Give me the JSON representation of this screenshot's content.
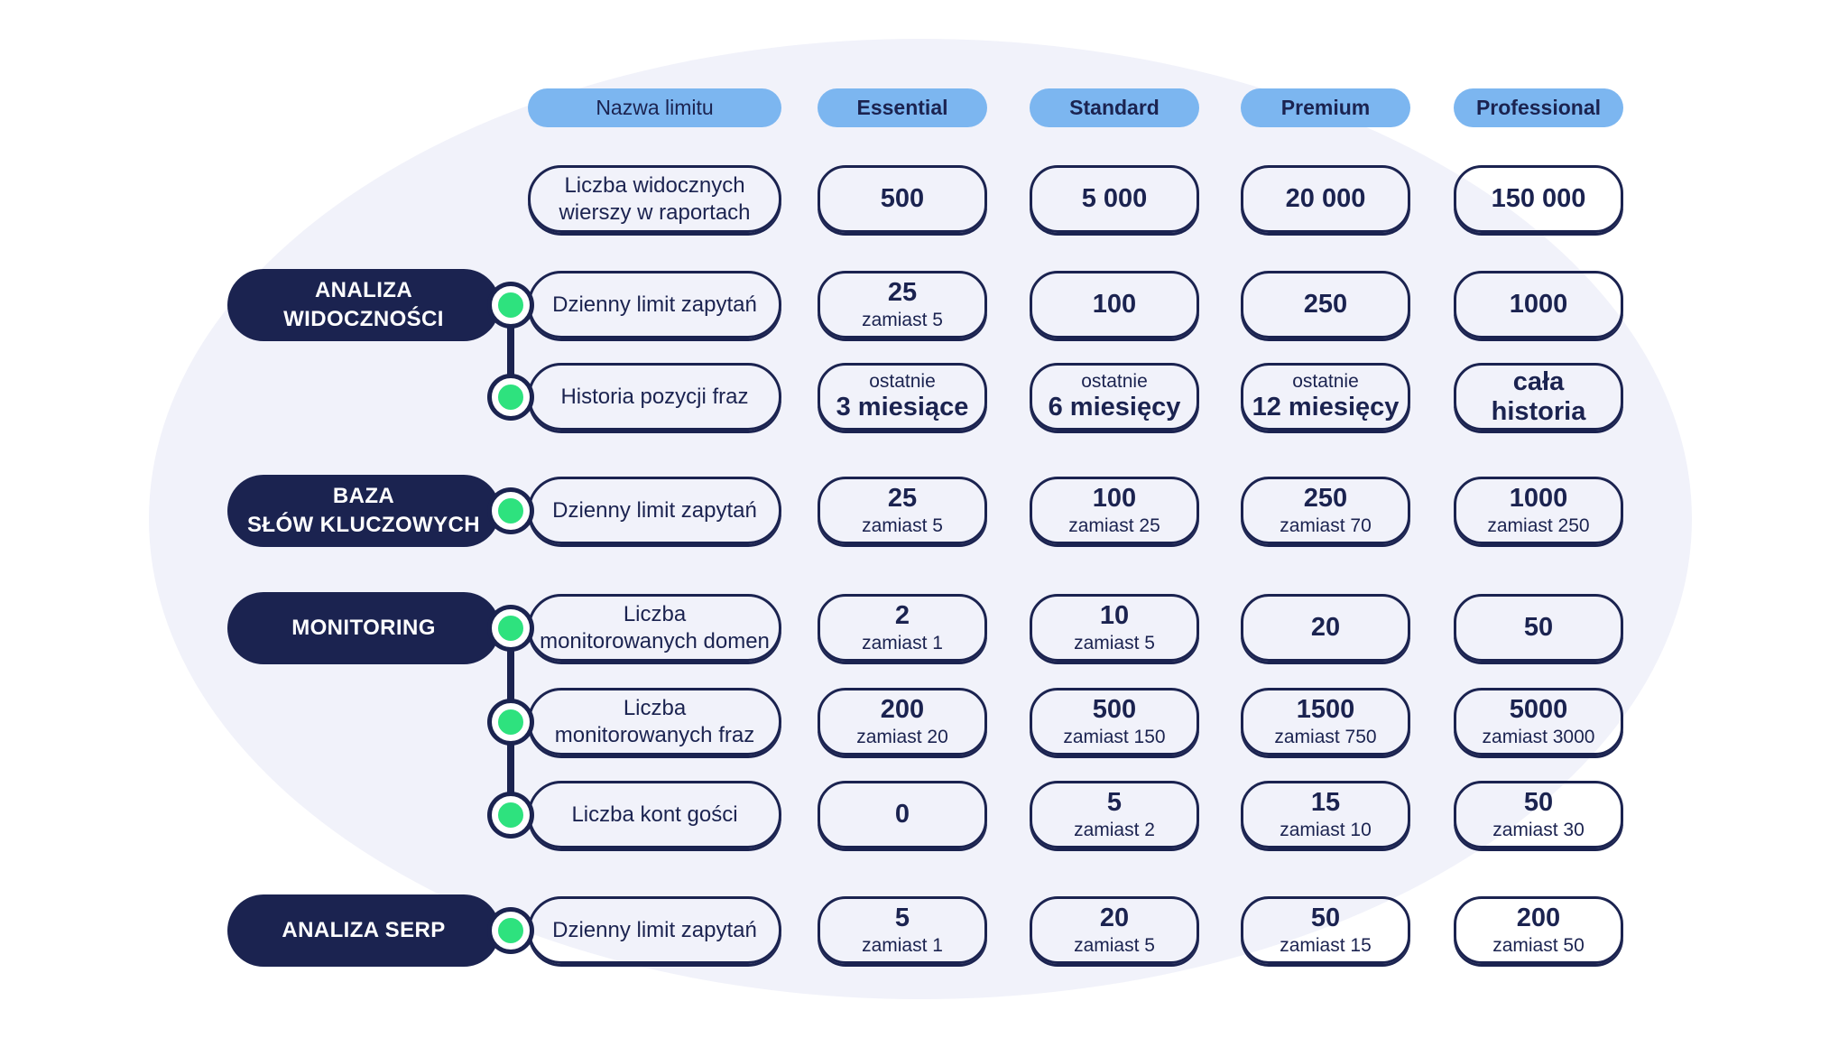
{
  "theme": {
    "navy": "#1b2350",
    "blue": "#7cb6f0",
    "green": "#2ee27e",
    "blob": "#f1f2fa",
    "page": "#ffffff"
  },
  "header": {
    "limit_name": "Nazwa limitu",
    "plans": [
      "Essential",
      "Standard",
      "Premium",
      "Professional"
    ]
  },
  "sections": [
    {
      "lines": [
        "ANALIZA",
        "WIDOCZNOŚCI"
      ],
      "row_indexes": [
        1,
        2
      ]
    },
    {
      "lines": [
        "BAZA",
        "SŁÓW KLUCZOWYCH"
      ],
      "row_indexes": [
        3
      ]
    },
    {
      "lines": [
        "MONITORING"
      ],
      "row_indexes": [
        4,
        5,
        6
      ]
    },
    {
      "lines": [
        "ANALIZA SERP"
      ],
      "row_indexes": [
        7
      ]
    }
  ],
  "rows": [
    {
      "label": [
        "Liczba widocznych",
        "wierszy w raportach"
      ],
      "cells": [
        {
          "main": "500"
        },
        {
          "main": "5 000"
        },
        {
          "main": "20 000"
        },
        {
          "main": "150 000"
        }
      ]
    },
    {
      "label": [
        "Dzienny limit zapytań"
      ],
      "cells": [
        {
          "main": "25",
          "sub": "zamiast 5"
        },
        {
          "main": "100"
        },
        {
          "main": "250"
        },
        {
          "main": "1000"
        }
      ]
    },
    {
      "label": [
        "Historia pozycji fraz"
      ],
      "cells": [
        {
          "pre": "ostatnie",
          "main": "3 miesiące"
        },
        {
          "pre": "ostatnie",
          "main": "6 miesięcy"
        },
        {
          "pre": "ostatnie",
          "main": "12 miesięcy"
        },
        {
          "main": "cała",
          "main2": "historia"
        }
      ]
    },
    {
      "label": [
        "Dzienny limit zapytań"
      ],
      "cells": [
        {
          "main": "25",
          "sub": "zamiast 5"
        },
        {
          "main": "100",
          "sub": "zamiast 25"
        },
        {
          "main": "250",
          "sub": "zamiast 70"
        },
        {
          "main": "1000",
          "sub": "zamiast 250"
        }
      ]
    },
    {
      "label": [
        "Liczba",
        "monitorowanych domen"
      ],
      "cells": [
        {
          "main": "2",
          "sub": "zamiast 1"
        },
        {
          "main": "10",
          "sub": "zamiast 5"
        },
        {
          "main": "20"
        },
        {
          "main": "50"
        }
      ]
    },
    {
      "label": [
        "Liczba",
        "monitorowanych fraz"
      ],
      "cells": [
        {
          "main": "200",
          "sub": "zamiast 20"
        },
        {
          "main": "500",
          "sub": "zamiast 150"
        },
        {
          "main": "1500",
          "sub": "zamiast 750"
        },
        {
          "main": "5000",
          "sub": "zamiast 3000"
        }
      ]
    },
    {
      "label": [
        "Liczba kont gości"
      ],
      "cells": [
        {
          "main": "0"
        },
        {
          "main": "5",
          "sub": "zamiast 2"
        },
        {
          "main": "15",
          "sub": "zamiast 10"
        },
        {
          "main": "50",
          "sub": "zamiast 30"
        }
      ]
    },
    {
      "label": [
        "Dzienny limit zapytań"
      ],
      "cells": [
        {
          "main": "5",
          "sub": "zamiast 1"
        },
        {
          "main": "20",
          "sub": "zamiast 5"
        },
        {
          "main": "50",
          "sub": "zamiast 15"
        },
        {
          "main": "200",
          "sub": "zamiast 50"
        }
      ]
    }
  ]
}
